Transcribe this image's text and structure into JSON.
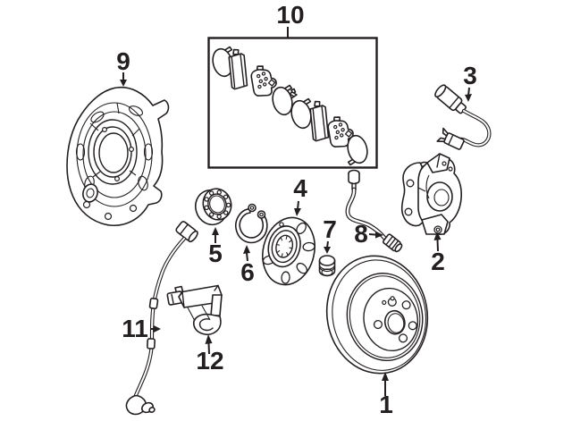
{
  "diagram": {
    "kind": "exploded-parts-diagram",
    "subject": "rear disc brake assembly",
    "background_color": "#ffffff",
    "line_color": "#231f20",
    "callouts": [
      {
        "label": "1",
        "part": "brake-rotor"
      },
      {
        "label": "2",
        "part": "brake-caliper"
      },
      {
        "label": "3",
        "part": "abs-speed-sensor"
      },
      {
        "label": "4",
        "part": "wheel-hub"
      },
      {
        "label": "5",
        "part": "wheel-bearing"
      },
      {
        "label": "6",
        "part": "snap-ring"
      },
      {
        "label": "7",
        "part": "hub-cap-nut"
      },
      {
        "label": "8",
        "part": "brake-hose"
      },
      {
        "label": "9",
        "part": "brake-backing-plate"
      },
      {
        "label": "10",
        "part": "brake-pad-kit"
      },
      {
        "label": "11",
        "part": "abs-sensor-wire"
      },
      {
        "label": "12",
        "part": "sensor-bracket"
      }
    ]
  }
}
